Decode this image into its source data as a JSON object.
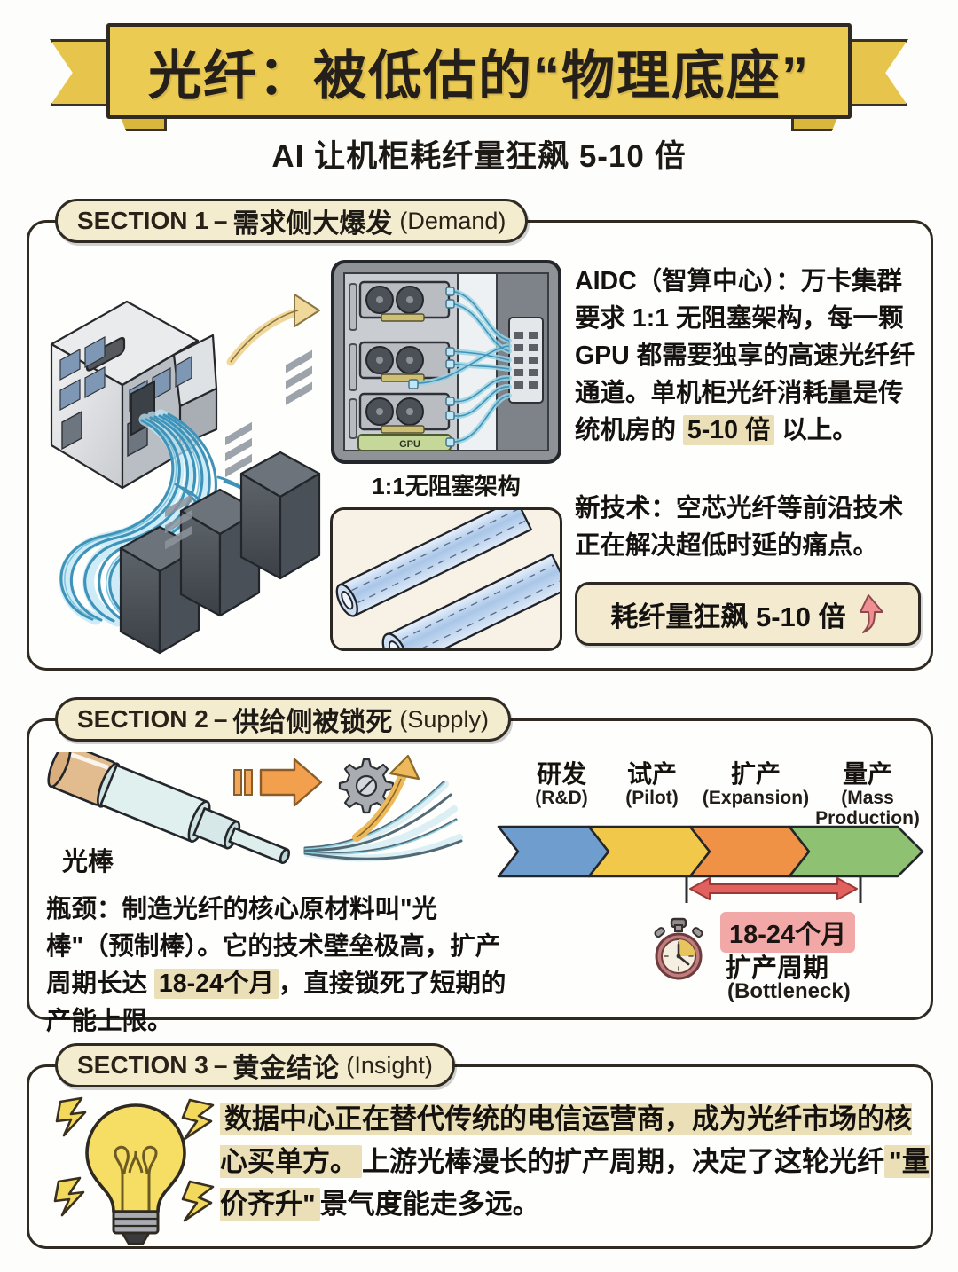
{
  "header": {
    "banner_title": "光纤：被低估的“物理底座”",
    "subtitle": "AI 让机柜耗纤量狂飙 5-10 倍"
  },
  "sections": [
    {
      "label": "SECTION 1",
      "dash": "–",
      "cn": "需求侧大爆发",
      "en": "(Demand)",
      "rack_caption": "1:1无阻塞架构",
      "rack_gpu_tag": "GPU",
      "aidc": {
        "lead": "AIDC（智算中心）：",
        "body_1": "万卡集群要求 1:1 无阻塞架构，每一颗 GPU 都需要独享的高速光纤纤通道。单机柜光纤消耗量是传统机房的 ",
        "highlight": "5-10 倍",
        "body_2": " 以上。"
      },
      "newtech": {
        "lead": "新技术：",
        "body": "空芯光纤等前沿技术正在解决超低时延的痛点。"
      },
      "boost_box": {
        "text": "耗纤量狂飙 5-10 倍",
        "icon": "up-arrow-icon"
      }
    },
    {
      "label": "SECTION 2",
      "dash": "–",
      "cn": "供给侧被锁死",
      "en": "(Supply)",
      "rod_label": "光棒",
      "bottleneck": {
        "lead": "瓶颈：",
        "body_1": "制造光纤的核心原材料叫\"光棒\"（预制棒）。它的技术壁垒极高，扩产周期长达 ",
        "highlight": "18-24个月",
        "body_2": "，直接锁死了短期的产能上限。"
      },
      "annotation": {
        "months": "18-24个月",
        "cycle": "扩产周期",
        "cycle_en": "(Bottleneck)",
        "icon": "stopwatch-icon"
      }
    },
    {
      "label": "SECTION 3",
      "dash": "–",
      "cn": "黄金结论",
      "en": "(Insight)",
      "icon": "lightbulb-icon",
      "insight": {
        "highlight_1": "数据中心正在替代传统的电信运营商，成为光纤市场的核心买单方。",
        "mid": "上游光棒漫长的扩产周期，决定了这轮光纤",
        "highlight_2": "\"量价齐升\"",
        "tail": "景气度能走多远。"
      }
    }
  ],
  "chart_data": {
    "type": "bar",
    "title": "光棒产能扩产流程链 (Preform Capacity Expansion Chain)",
    "categories": [
      "研发",
      "试产",
      "扩产",
      "量产"
    ],
    "categories_en": [
      "(R&D)",
      "(Pilot)",
      "(Expansion)",
      "(Mass Production)"
    ],
    "values": [
      1,
      1,
      1,
      1
    ],
    "colors": [
      "#6f9dcd",
      "#f1c84a",
      "#ef9246",
      "#8fc173"
    ],
    "annotation": {
      "span_from": "扩产",
      "span_to": "量产",
      "duration": "18-24个月",
      "duration_label": "扩产周期",
      "duration_en": "(Bottleneck)",
      "arrow_color": "#e2605e"
    },
    "xlabel": "",
    "ylabel": "",
    "legend": "none",
    "grid": false
  },
  "palette": {
    "banner": "#eccb53",
    "pill": "#f4ecce",
    "ink": "#2f2a22",
    "cream_highlight": "#eadfb6",
    "pink_highlight": "#f3a8a8",
    "fiber_blue": "#4fa7c9",
    "accent_orange": "#ef9246"
  }
}
